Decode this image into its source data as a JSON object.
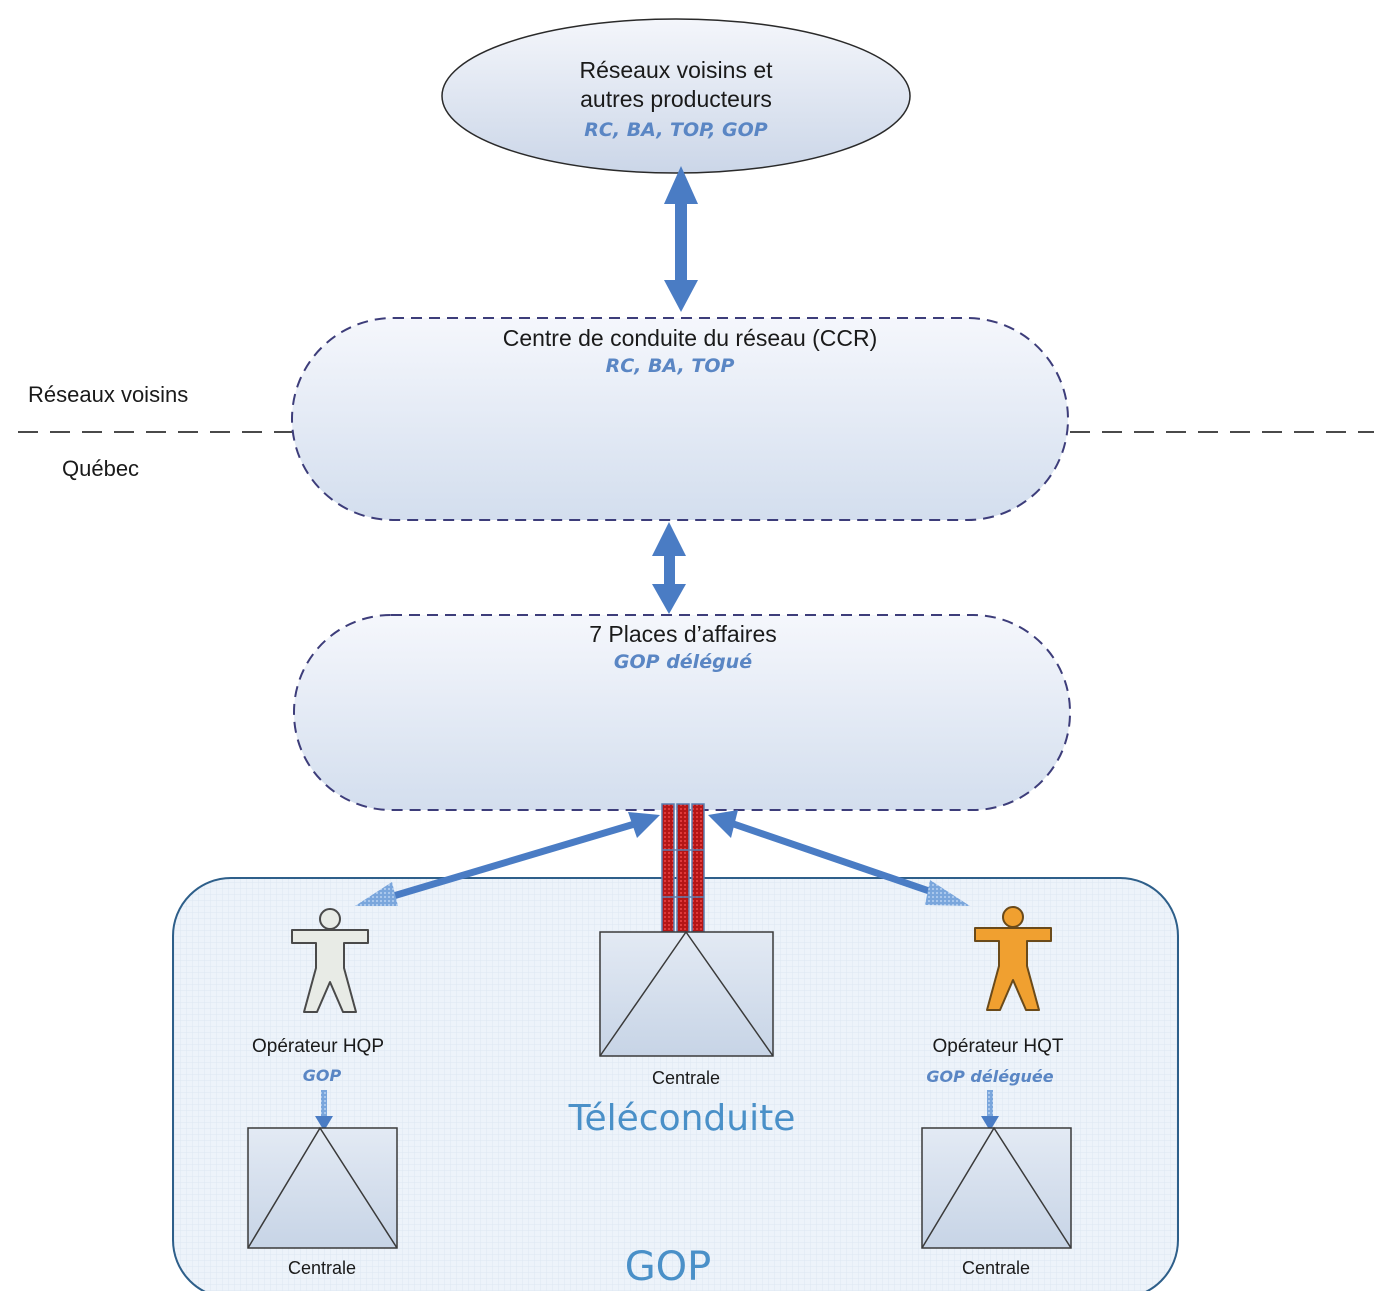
{
  "top_node": {
    "line1": "Réseaux voisins et",
    "line2": "autres producteurs",
    "roles": "RC, BA, TOP, GOP"
  },
  "ccr": {
    "title": "Centre de conduite du réseau (CCR)",
    "roles": "RC, BA, TOP"
  },
  "boundary": {
    "upper_label": "Réseaux voisins",
    "lower_label": "Québec"
  },
  "places": {
    "title": "7 Places d’affaires",
    "roles": "GOP délégué"
  },
  "gop_group": {
    "label": "GOP",
    "teleconduite_label": "Téléconduite",
    "operator_hqp": {
      "label": "Opérateur HQP",
      "role": "GOP"
    },
    "operator_hqt": {
      "label": "Opérateur HQT",
      "role": "GOP déléguée"
    },
    "centrale_label": "Centrale"
  },
  "colors": {
    "arrow": "#4a7cc4",
    "dashed_outline": "#3d3d7a",
    "group_border": "#2e5f8a",
    "teleconduite_red": "#c81e1e",
    "operator_hqt": "#f0a030"
  }
}
